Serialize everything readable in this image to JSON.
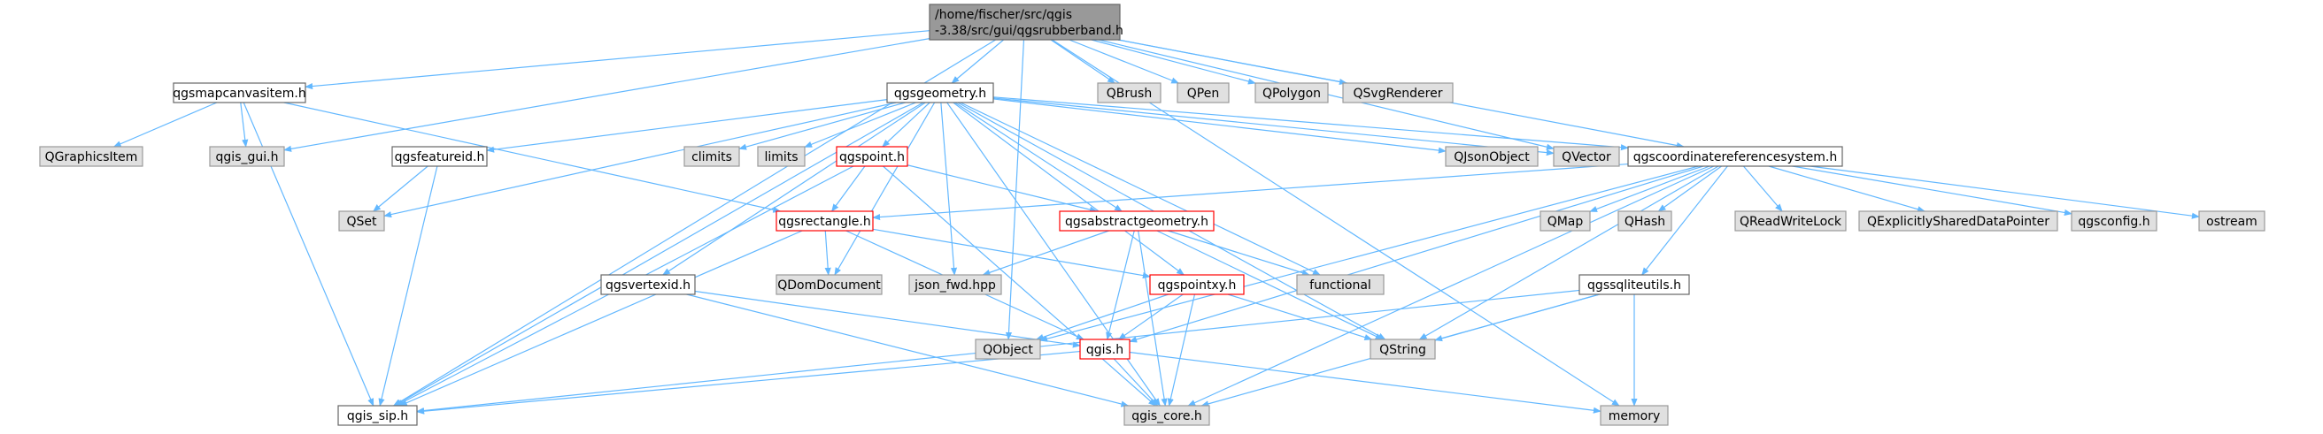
{
  "colors": {
    "edge": "#63b8ff",
    "root_fill": "#999999",
    "system_fill": "#e0e0e0",
    "system_stroke": "#999999",
    "documented_fill": "#ffffff",
    "documented_stroke": "#666666",
    "truncated_stroke": "#ff0000"
  },
  "nodes": [
    {
      "id": "root",
      "lines": [
        "/home/fischer/src/qgis",
        "-3.38/src/gui/qgsrubberband.h"
      ],
      "style": "root"
    },
    {
      "id": "qgsmapcanvasitem",
      "lines": [
        "qgsmapcanvasitem.h"
      ],
      "style": "documented"
    },
    {
      "id": "qgsgeometry",
      "lines": [
        "qgsgeometry.h"
      ],
      "style": "documented"
    },
    {
      "id": "QBrush",
      "lines": [
        "QBrush"
      ],
      "style": "system"
    },
    {
      "id": "QPen",
      "lines": [
        "QPen"
      ],
      "style": "system"
    },
    {
      "id": "QPolygon",
      "lines": [
        "QPolygon"
      ],
      "style": "system"
    },
    {
      "id": "QSvgRenderer",
      "lines": [
        "QSvgRenderer"
      ],
      "style": "system"
    },
    {
      "id": "QGraphicsItem",
      "lines": [
        "QGraphicsItem"
      ],
      "style": "system"
    },
    {
      "id": "qgis_gui",
      "lines": [
        "qgis_gui.h"
      ],
      "style": "system"
    },
    {
      "id": "qgsfeatureid",
      "lines": [
        "qgsfeatureid.h"
      ],
      "style": "documented"
    },
    {
      "id": "climits",
      "lines": [
        "climits"
      ],
      "style": "system"
    },
    {
      "id": "limits",
      "lines": [
        "limits"
      ],
      "style": "system"
    },
    {
      "id": "qgspoint",
      "lines": [
        "qgspoint.h"
      ],
      "style": "truncated"
    },
    {
      "id": "QJsonObject",
      "lines": [
        "QJsonObject"
      ],
      "style": "system"
    },
    {
      "id": "QVector",
      "lines": [
        "QVector"
      ],
      "style": "system"
    },
    {
      "id": "qgscrs",
      "lines": [
        "qgscoordinatereferencesystem.h"
      ],
      "style": "documented"
    },
    {
      "id": "QSet",
      "lines": [
        "QSet"
      ],
      "style": "system"
    },
    {
      "id": "qgsrectangle",
      "lines": [
        "qgsrectangle.h"
      ],
      "style": "truncated"
    },
    {
      "id": "qgsabstractgeometry",
      "lines": [
        "qgsabstractgeometry.h"
      ],
      "style": "truncated"
    },
    {
      "id": "QMap",
      "lines": [
        "QMap"
      ],
      "style": "system"
    },
    {
      "id": "QHash",
      "lines": [
        "QHash"
      ],
      "style": "system"
    },
    {
      "id": "QReadWriteLock",
      "lines": [
        "QReadWriteLock"
      ],
      "style": "system"
    },
    {
      "id": "QExplicitlySharedDataPointer",
      "lines": [
        "QExplicitlySharedDataPointer"
      ],
      "style": "system"
    },
    {
      "id": "qgsconfig",
      "lines": [
        "qgsconfig.h"
      ],
      "style": "system"
    },
    {
      "id": "ostream",
      "lines": [
        "ostream"
      ],
      "style": "system"
    },
    {
      "id": "functional",
      "lines": [
        "functional"
      ],
      "style": "system"
    },
    {
      "id": "QDomDocument",
      "lines": [
        "QDomDocument"
      ],
      "style": "system"
    },
    {
      "id": "json_fwd",
      "lines": [
        "json_fwd.hpp"
      ],
      "style": "system"
    },
    {
      "id": "qgsvertexid",
      "lines": [
        "qgsvertexid.h"
      ],
      "style": "documented"
    },
    {
      "id": "qgspointxy",
      "lines": [
        "qgspointxy.h"
      ],
      "style": "truncated"
    },
    {
      "id": "qgssqliteutils",
      "lines": [
        "qgssqliteutils.h"
      ],
      "style": "documented"
    },
    {
      "id": "QObject",
      "lines": [
        "QObject"
      ],
      "style": "system"
    },
    {
      "id": "qgis",
      "lines": [
        "qgis.h"
      ],
      "style": "truncated"
    },
    {
      "id": "QString",
      "lines": [
        "QString"
      ],
      "style": "system"
    },
    {
      "id": "qgis_sip",
      "lines": [
        "qgis_sip.h"
      ],
      "style": "documented"
    },
    {
      "id": "qgis_core",
      "lines": [
        "qgis_core.h"
      ],
      "style": "system"
    },
    {
      "id": "memory",
      "lines": [
        "memory"
      ],
      "style": "system"
    }
  ],
  "edges": [
    [
      "root",
      "qgsmapcanvasitem"
    ],
    [
      "root",
      "qgsgeometry"
    ],
    [
      "root",
      "QBrush"
    ],
    [
      "root",
      "QPen"
    ],
    [
      "root",
      "QPolygon"
    ],
    [
      "root",
      "QSvgRenderer"
    ],
    [
      "root",
      "qgis_gui"
    ],
    [
      "root",
      "qgis_sip"
    ],
    [
      "root",
      "QObject"
    ],
    [
      "root",
      "qgscrs"
    ],
    [
      "root",
      "QVector"
    ],
    [
      "root",
      "memory"
    ],
    [
      "qgsmapcanvasitem",
      "QGraphicsItem"
    ],
    [
      "qgsmapcanvasitem",
      "qgis_gui"
    ],
    [
      "qgsmapcanvasitem",
      "qgis_sip"
    ],
    [
      "qgsmapcanvasitem",
      "qgsrectangle"
    ],
    [
      "qgsgeometry",
      "climits"
    ],
    [
      "qgsgeometry",
      "limits"
    ],
    [
      "qgsgeometry",
      "qgspoint"
    ],
    [
      "qgsgeometry",
      "QJsonObject"
    ],
    [
      "qgsgeometry",
      "QVector"
    ],
    [
      "qgsgeometry",
      "qgscrs"
    ],
    [
      "qgsgeometry",
      "qgsfeatureid"
    ],
    [
      "qgsgeometry",
      "QSet"
    ],
    [
      "qgsgeometry",
      "qgis_sip"
    ],
    [
      "qgsgeometry",
      "qgsabstractgeometry"
    ],
    [
      "qgsgeometry",
      "QDomDocument"
    ],
    [
      "qgsgeometry",
      "json_fwd"
    ],
    [
      "qgsgeometry",
      "qgsvertexid"
    ],
    [
      "qgsgeometry",
      "qgspointxy"
    ],
    [
      "qgsgeometry",
      "functional"
    ],
    [
      "qgsgeometry",
      "QString"
    ],
    [
      "qgsgeometry",
      "qgis_core"
    ],
    [
      "qgsfeatureid",
      "QSet"
    ],
    [
      "qgsfeatureid",
      "qgis_sip"
    ],
    [
      "qgspoint",
      "qgsrectangle"
    ],
    [
      "qgspoint",
      "qgsabstractgeometry"
    ],
    [
      "qgspoint",
      "qgis_core"
    ],
    [
      "qgspoint",
      "qgis_sip"
    ],
    [
      "qgscrs",
      "QMap"
    ],
    [
      "qgscrs",
      "QHash"
    ],
    [
      "qgscrs",
      "QReadWriteLock"
    ],
    [
      "qgscrs",
      "QExplicitlySharedDataPointer"
    ],
    [
      "qgscrs",
      "qgsconfig"
    ],
    [
      "qgscrs",
      "ostream"
    ],
    [
      "qgscrs",
      "qgssqliteutils"
    ],
    [
      "qgscrs",
      "QString"
    ],
    [
      "qgscrs",
      "qgis"
    ],
    [
      "qgscrs",
      "qgsrectangle"
    ],
    [
      "qgscrs",
      "QObject"
    ],
    [
      "qgscrs",
      "qgis_core"
    ],
    [
      "qgsrectangle",
      "QDomDocument"
    ],
    [
      "qgsrectangle",
      "qgspointxy"
    ],
    [
      "qgsrectangle",
      "qgis"
    ],
    [
      "qgsrectangle",
      "qgis_sip"
    ],
    [
      "qgsabstractgeometry",
      "functional"
    ],
    [
      "qgsabstractgeometry",
      "json_fwd"
    ],
    [
      "qgsabstractgeometry",
      "qgis"
    ],
    [
      "qgsabstractgeometry",
      "QString"
    ],
    [
      "qgsabstractgeometry",
      "qgis_core"
    ],
    [
      "qgsvertexid",
      "qgis"
    ],
    [
      "qgsvertexid",
      "qgis_core"
    ],
    [
      "qgspointxy",
      "QObject"
    ],
    [
      "qgspointxy",
      "qgis"
    ],
    [
      "qgspointxy",
      "QString"
    ],
    [
      "qgspointxy",
      "qgis_core"
    ],
    [
      "qgssqliteutils",
      "QString"
    ],
    [
      "qgssqliteutils",
      "memory"
    ],
    [
      "qgssqliteutils",
      "qgis_core"
    ],
    [
      "qgssqliteutils",
      "qgis_sip"
    ],
    [
      "qgis",
      "qgis_core"
    ],
    [
      "qgis",
      "qgis_sip"
    ],
    [
      "qgis",
      "memory"
    ]
  ]
}
